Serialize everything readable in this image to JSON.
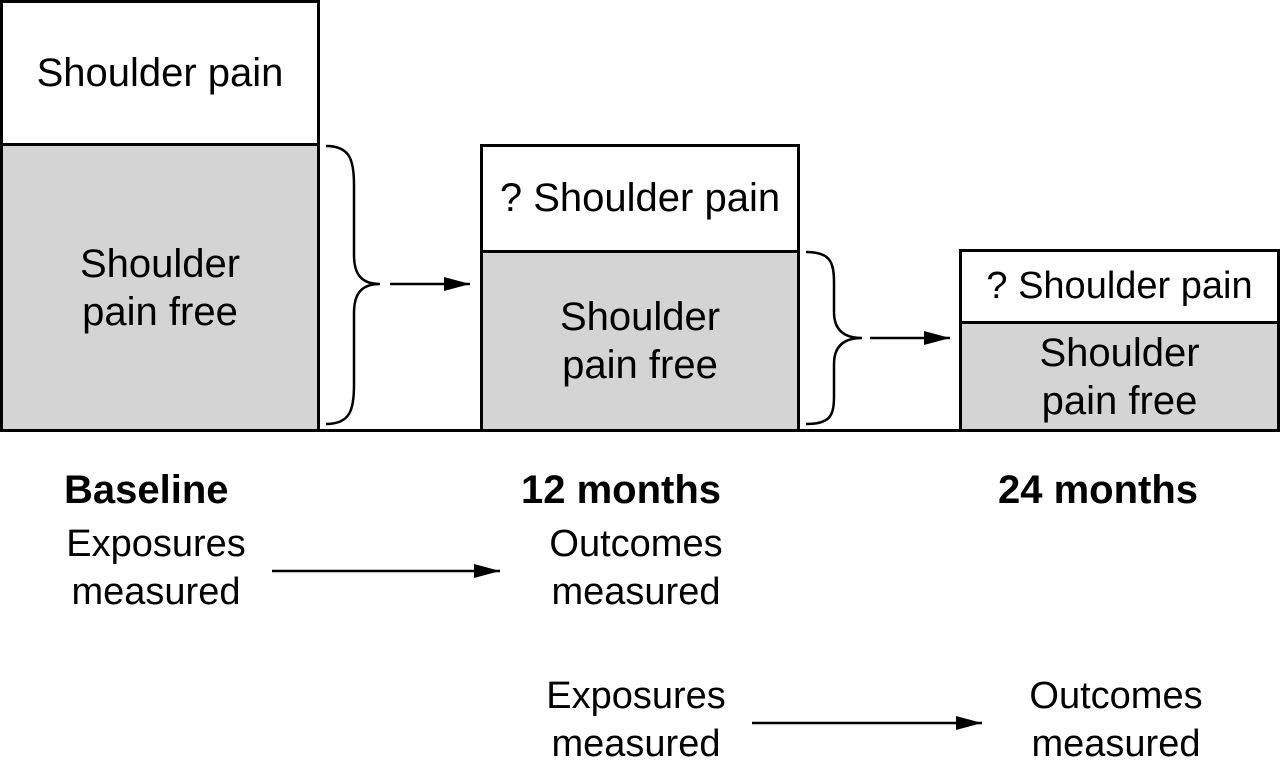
{
  "stages": {
    "baseline": {
      "pain": "Shoulder pain",
      "free_line1": "Shoulder",
      "free_line2": "pain free"
    },
    "m12": {
      "pain": "? Shoulder pain",
      "free_line1": "Shoulder",
      "free_line2": "pain free"
    },
    "m24": {
      "pain": "? Shoulder pain",
      "free_line1": "Shoulder",
      "free_line2": "pain free"
    }
  },
  "timeline": {
    "baseline": "Baseline",
    "m12": "12 months",
    "m24": "24 months"
  },
  "measures": {
    "exp1_line1": "Exposures",
    "exp1_line2": "measured",
    "out1_line1": "Outcomes",
    "out1_line2": "measured",
    "exp2_line1": "Exposures",
    "exp2_line2": "measured",
    "out2_line1": "Outcomes",
    "out2_line2": "measured"
  },
  "colors": {
    "pain_fill": "#ffffff",
    "free_fill": "#d4d4d4",
    "line": "#000000"
  }
}
